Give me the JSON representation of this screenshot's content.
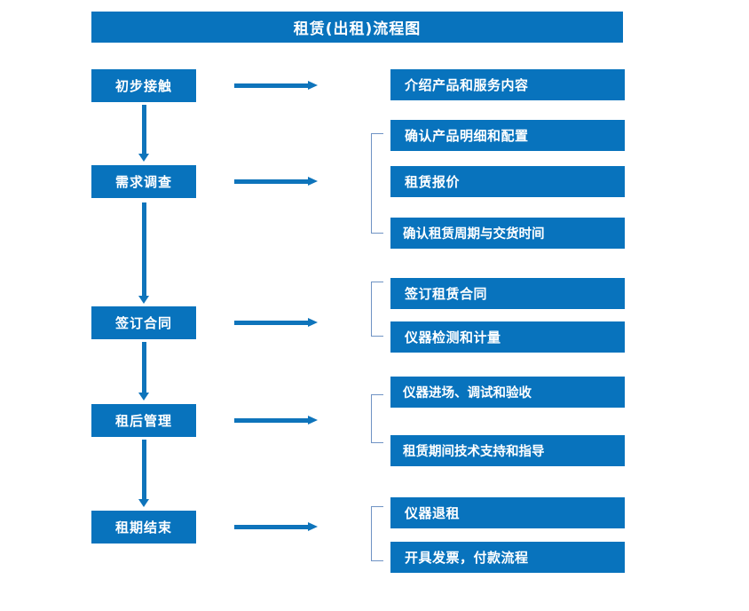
{
  "title": "租赁(出租)流程图",
  "colors": {
    "box_blue": "#0873bd",
    "arrow_blue": "#0e74bb",
    "bracket_gray_blue": "#6f93c4",
    "box_text": "#ffffff",
    "background": "#ffffff"
  },
  "stages": [
    {
      "id": "initial-contact",
      "label": "初步接触"
    },
    {
      "id": "needs-survey",
      "label": "需求调查"
    },
    {
      "id": "sign-contract",
      "label": "签订合同"
    },
    {
      "id": "post-rental-mgmt",
      "label": "租后管理"
    },
    {
      "id": "lease-end",
      "label": "租期结束"
    }
  ],
  "details": [
    {
      "id": "intro-product-service",
      "label": "介绍产品和服务内容"
    },
    {
      "id": "confirm-product-spec",
      "label": "确认产品明细和配置"
    },
    {
      "id": "rental-quote",
      "label": "租赁报价"
    },
    {
      "id": "confirm-term-delivery",
      "label": "确认租赁周期与交货时间"
    },
    {
      "id": "sign-rental-contract",
      "label": "签订租赁合同"
    },
    {
      "id": "instrument-calibration",
      "label": "仪器检测和计量"
    },
    {
      "id": "instrument-install",
      "label": "仪器进场、调试和验收"
    },
    {
      "id": "tech-support",
      "label": "租赁期间技术支持和指导"
    },
    {
      "id": "instrument-return",
      "label": "仪器退租"
    },
    {
      "id": "invoice-payment",
      "label": "开具发票，付款流程"
    }
  ]
}
